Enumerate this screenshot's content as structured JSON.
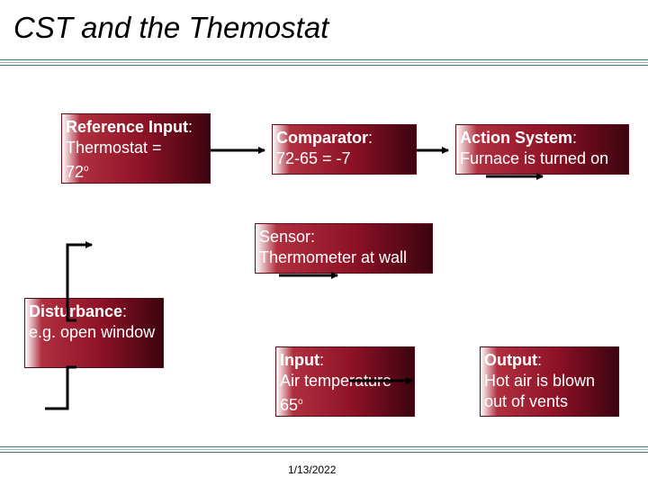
{
  "title": "CST and the Themostat",
  "boxes": {
    "reference": {
      "label": "Reference Input",
      "line1": "Thermostat =",
      "line2": "72",
      "sup": "o"
    },
    "comparator": {
      "label": "Comparator",
      "line1": "72-65 = -7"
    },
    "action": {
      "label": "Action System",
      "line1": "Furnace is turned on"
    },
    "sensor": {
      "label": "Sensor",
      "line1": "Thermometer at wall"
    },
    "disturbance": {
      "label": "Disturbance",
      "line1": "e.g. open window"
    },
    "input": {
      "label": "Input",
      "line1": "Air temperature",
      "line2": "65",
      "sup": "o"
    },
    "output": {
      "label": "Output",
      "line1": "Hot air is blown",
      "line2": "out of vents"
    }
  },
  "footer": {
    "date": "1/13/2022"
  },
  "colors": {
    "box_dark": "#3c0410",
    "box_mid": "#8e1226",
    "rule": "#3a7a78"
  }
}
